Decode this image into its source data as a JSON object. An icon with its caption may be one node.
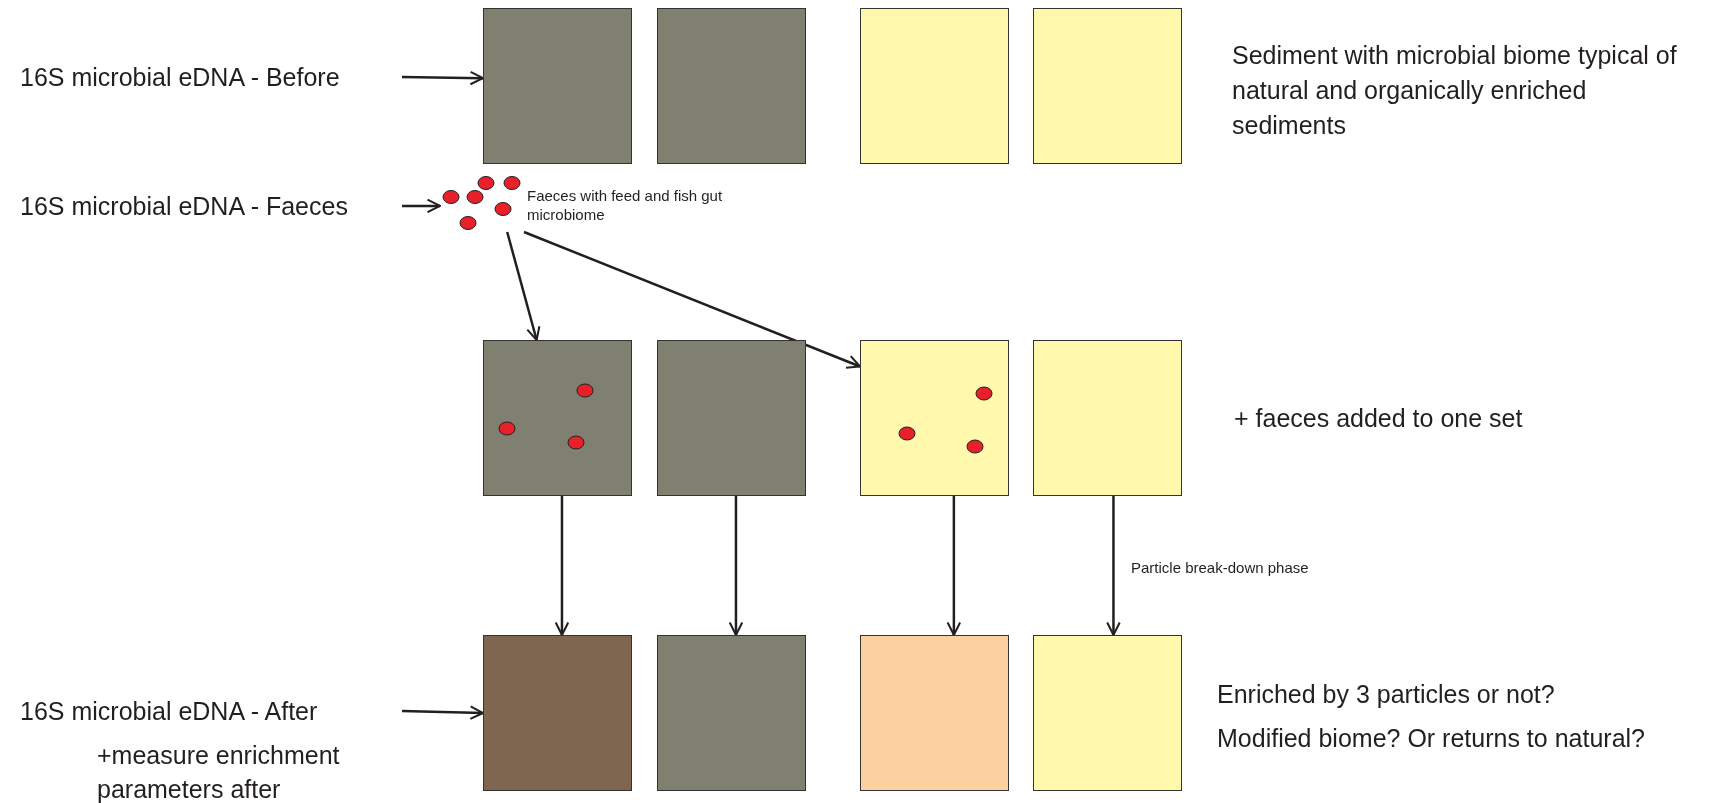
{
  "diagram": {
    "nodes": [
      {
        "text": [
          "16S microbial eDNA - Before"
        ]
      },
      {
        "text": [],
        "shape": "box"
      },
      {
        "text": [],
        "shape": "box"
      },
      {
        "text": [],
        "shape": "box"
      },
      {
        "text": [],
        "shape": "box"
      },
      {
        "text": [
          "16S microbial eDNA - Faeces"
        ]
      },
      {
        "text": [],
        "shape": "picture",
        "beside": [
          "Faeces with feed and fish gut microbiome"
        ]
      },
      {
        "text": [],
        "shape": "box"
      },
      {
        "text": [],
        "shape": "box"
      },
      {
        "text": [],
        "shape": "box"
      },
      {
        "text": [],
        "shape": "box"
      },
      {
        "text": [
          "16S microbial eDNA - After"
        ]
      },
      {
        "text": [],
        "shape": "box"
      },
      {
        "text": [],
        "shape": "box"
      },
      {
        "text": [],
        "shape": "box"
      },
      {
        "text": [],
        "shape": "box"
      }
    ],
    "edges": [
      {
        "from": 0,
        "to": 1,
        "arrow": "to"
      },
      {
        "from": 5,
        "to": 6,
        "arrow": "to"
      },
      {
        "from": 6,
        "to": 7,
        "arrow": "to"
      },
      {
        "from": 6,
        "to": 9,
        "arrow": "to"
      },
      {
        "from": 7,
        "to": 12,
        "arrow": "to"
      },
      {
        "from": 8,
        "to": 13,
        "arrow": "to"
      },
      {
        "from": 9,
        "to": 14,
        "arrow": "to"
      },
      {
        "from": 10,
        "to": 15,
        "arrow": "to"
      },
      {
        "from": 11,
        "to": 12,
        "arrow": "to"
      }
    ],
    "labels": [
      "Sediment with microbial biome typical of natural and organically enriched sediments",
      "+ faeces added to one set",
      "Particle break-down phase",
      "+measure enrichment parameters after",
      "Enriched by 3 particles or not?",
      "Modified biome? Or returns to natural?"
    ]
  }
}
